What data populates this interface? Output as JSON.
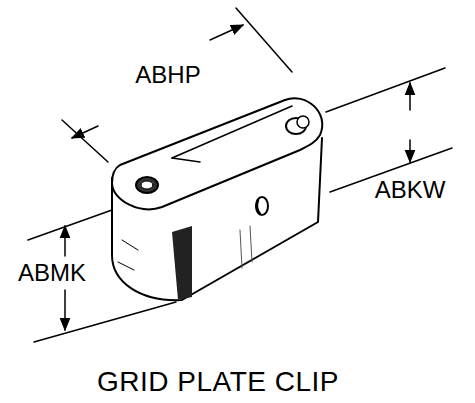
{
  "diagram": {
    "caption": "GRID PLATE CLIP",
    "labels": [
      "ABHP",
      "ABKW",
      "ABMK"
    ]
  }
}
